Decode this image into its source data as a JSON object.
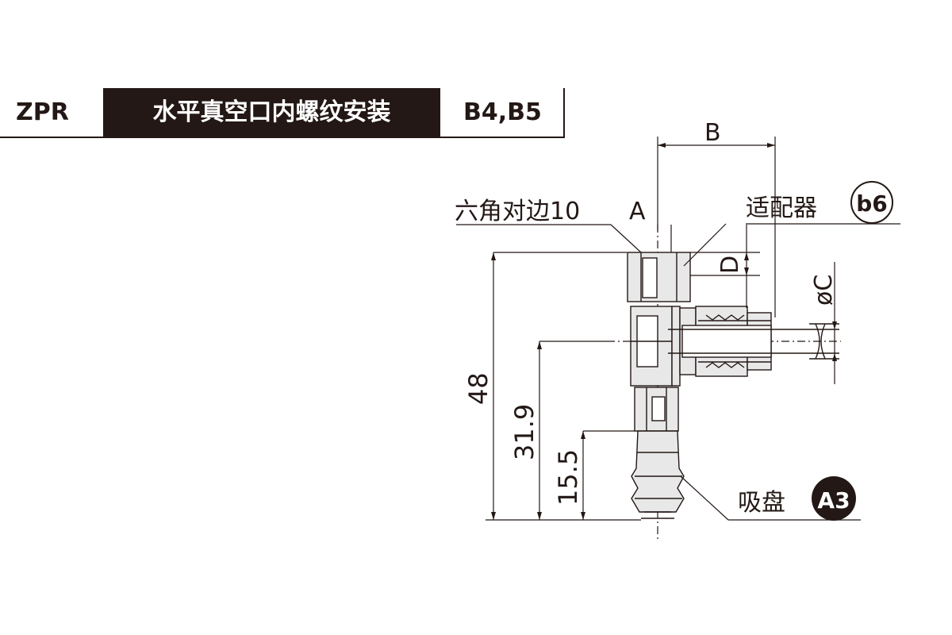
{
  "header": {
    "model": "ZPR",
    "title": "水平真空口内螺纹安装",
    "code": "B4,B5"
  },
  "labels": {
    "hex": "六角对边10",
    "a": "A",
    "b": "B",
    "c": "øC",
    "d": "D",
    "adapter": "适配器",
    "adapter_badge": "b6",
    "pad": "吸盘",
    "pad_badge": "A3"
  },
  "dimensions": {
    "total_height": "48",
    "mid_height": "31.9",
    "low_height": "15.5"
  },
  "colors": {
    "ink": "#231815",
    "part_fill": "#e8e8e8",
    "badge_fill": "#231815"
  }
}
